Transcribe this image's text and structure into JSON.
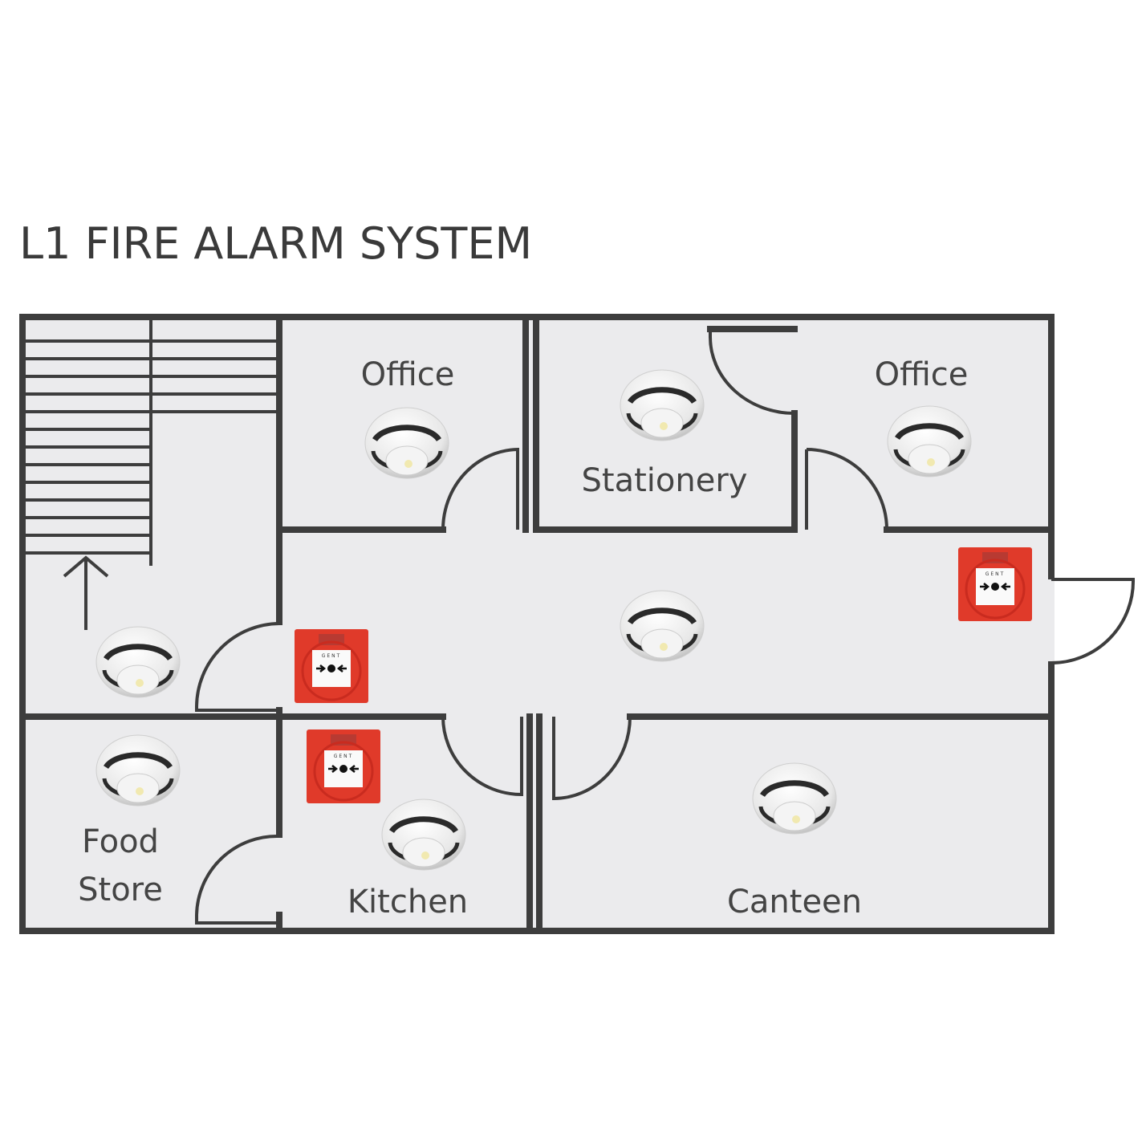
{
  "title": "L1 FIRE ALARM SYSTEM",
  "rooms": {
    "office_left": "Office",
    "stationery": "Stationery",
    "office_right": "Office",
    "food_store_line1": "Food",
    "food_store_line2": "Store",
    "kitchen": "Kitchen",
    "canteen": "Canteen"
  },
  "device_brand": "GENT",
  "colors": {
    "wall": "#3d3d3d",
    "floor": "#ebebed",
    "call_point": "#e03a2a"
  },
  "devices": {
    "smoke_detectors": [
      "office-left",
      "stationery",
      "office-right",
      "corridor",
      "stairwell",
      "food-store",
      "kitchen",
      "canteen"
    ],
    "manual_call_points": [
      "corridor-left",
      "kitchen",
      "corridor-exit"
    ]
  }
}
